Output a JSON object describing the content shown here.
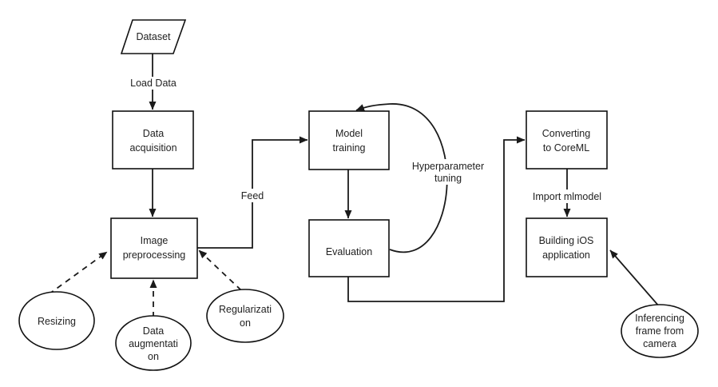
{
  "nodes": {
    "dataset": "Dataset",
    "data_acquisition": [
      "Data",
      "acquisition"
    ],
    "image_preprocessing": [
      "Image",
      "preprocessing"
    ],
    "model_training": [
      "Model",
      "training"
    ],
    "evaluation": "Evaluation",
    "converting": [
      "Converting",
      "to CoreML"
    ],
    "building_ios": [
      "Building iOS",
      "application"
    ],
    "resizing": "Resizing",
    "data_augmentation": [
      "Data",
      "augmentati",
      "on"
    ],
    "regularization": [
      "Regularizati",
      "on"
    ],
    "inferencing": [
      "Inferencing",
      "frame from",
      "camera"
    ]
  },
  "edges": {
    "load_data": "Load Data",
    "feed": "Feed",
    "hyperparameter_tuning": [
      "Hyperparameter",
      "tuning"
    ],
    "import_mlmodel": "Import mlmodel"
  }
}
